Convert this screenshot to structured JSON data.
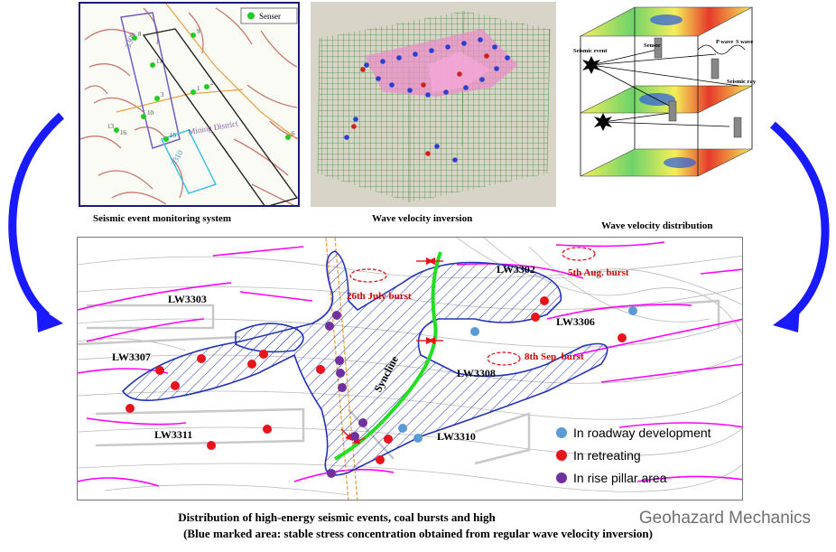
{
  "panels": {
    "monitoring": {
      "caption": "Seismic event  monitoring  system",
      "legend": "Senser",
      "labels": [
        "3309",
        "3310",
        "Mining District"
      ],
      "sensor_ids": [
        "8",
        "11",
        "3",
        "1",
        "2",
        "9",
        "10",
        "15",
        "13",
        "16",
        "6"
      ]
    },
    "inversion": {
      "caption": "Wave velocity inversion"
    },
    "distribution": {
      "caption": "Wave velocity distribution",
      "labels": [
        "Sensor",
        "P wave",
        "S wave",
        "Seismic event",
        "Seismic ray"
      ]
    }
  },
  "main_map": {
    "panels_labels": {
      "lw3303": "LW3303",
      "lw3307": "LW3307",
      "lw3311": "LW3311",
      "lw3302": "LW3302",
      "lw3306": "LW3306",
      "lw3308": "LW3308",
      "lw3310": "LW3310",
      "syncline": "Syncline"
    },
    "bursts": {
      "july": "26th July burst",
      "aug": "5th Aug. burst",
      "sep": "8th Sep. burst"
    },
    "legend": [
      {
        "label": "In roadway development",
        "color": "#5b9bd5"
      },
      {
        "label": "In retreating",
        "color": "#e8141c"
      },
      {
        "label": "In rise pillar area",
        "color": "#7030a0"
      }
    ]
  },
  "caption_line1": "Distribution of high-energy seismic events, coal bursts and high",
  "caption_line2": "(Blue marked area: stable stress concentration obtained from regular wave velocity inversion)",
  "watermark": "Geohazard Mechanics",
  "colors": {
    "hatch": "#2233bb",
    "fault": "#ff00ff",
    "syncline": "#22dd22",
    "arrow": "#1a1aff",
    "retreat": "#e8141c",
    "develop": "#5b9bd5",
    "pillar": "#7030a0"
  }
}
